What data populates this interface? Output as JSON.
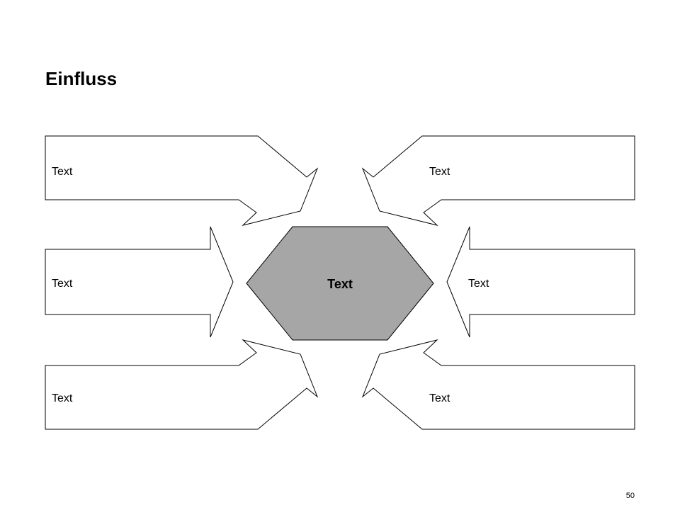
{
  "slide": {
    "title": "Einfluss",
    "page_number": "50"
  },
  "diagram": {
    "center": {
      "label": "Text",
      "fill": "#A6A6A6"
    },
    "arrows": {
      "top_left": "Text",
      "top_right": "Text",
      "middle_left": "Text",
      "middle_right": "Text",
      "bottom_left": "Text",
      "bottom_right": "Text"
    }
  }
}
